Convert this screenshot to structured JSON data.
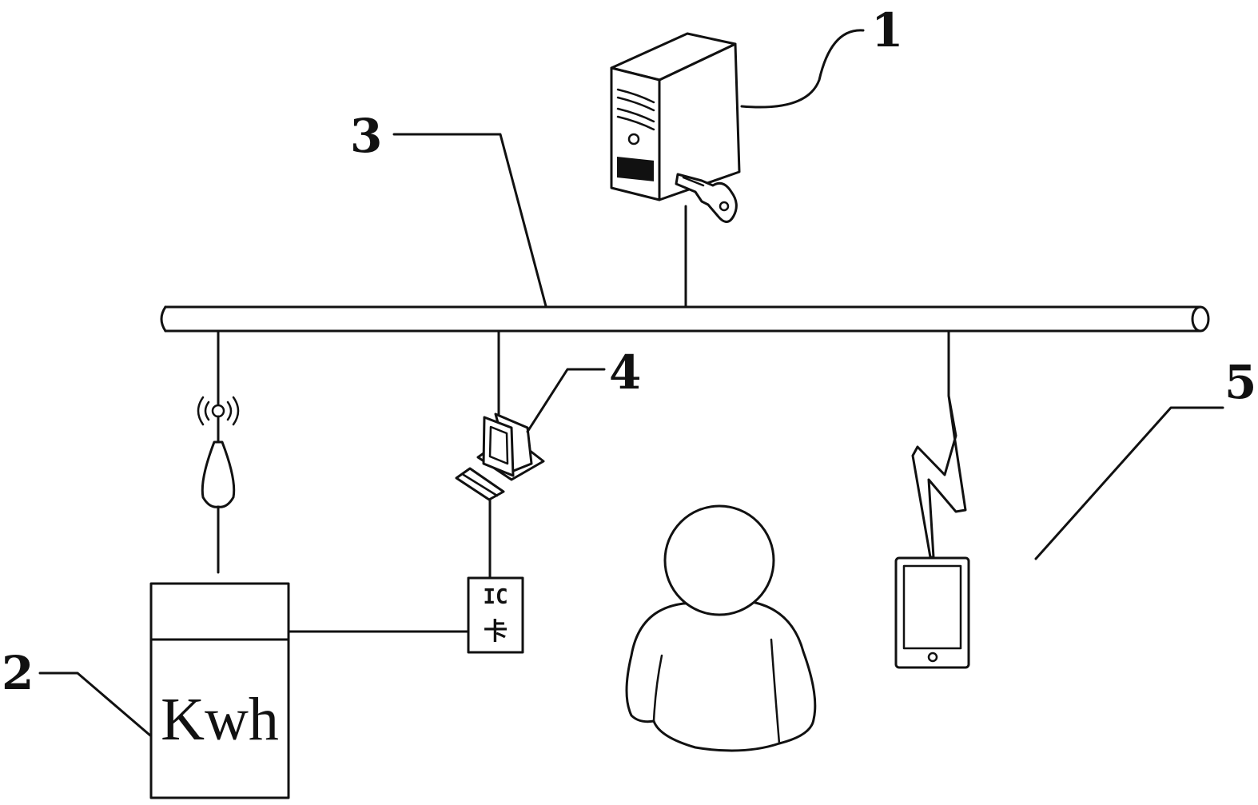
{
  "labels": {
    "server": "1",
    "meter": "2",
    "bus": "3",
    "terminal": "4",
    "network": "5"
  },
  "meter": {
    "text": "Kwh"
  },
  "ic_card": {
    "line1": "IC",
    "line2": "卡"
  },
  "icons": {
    "server": "server-tower-icon",
    "key": "key-icon",
    "antenna": "wireless-antenna-icon",
    "computer": "desktop-computer-icon",
    "user": "person-icon",
    "phone": "mobile-phone-icon",
    "lightning": "wireless-link-icon"
  }
}
